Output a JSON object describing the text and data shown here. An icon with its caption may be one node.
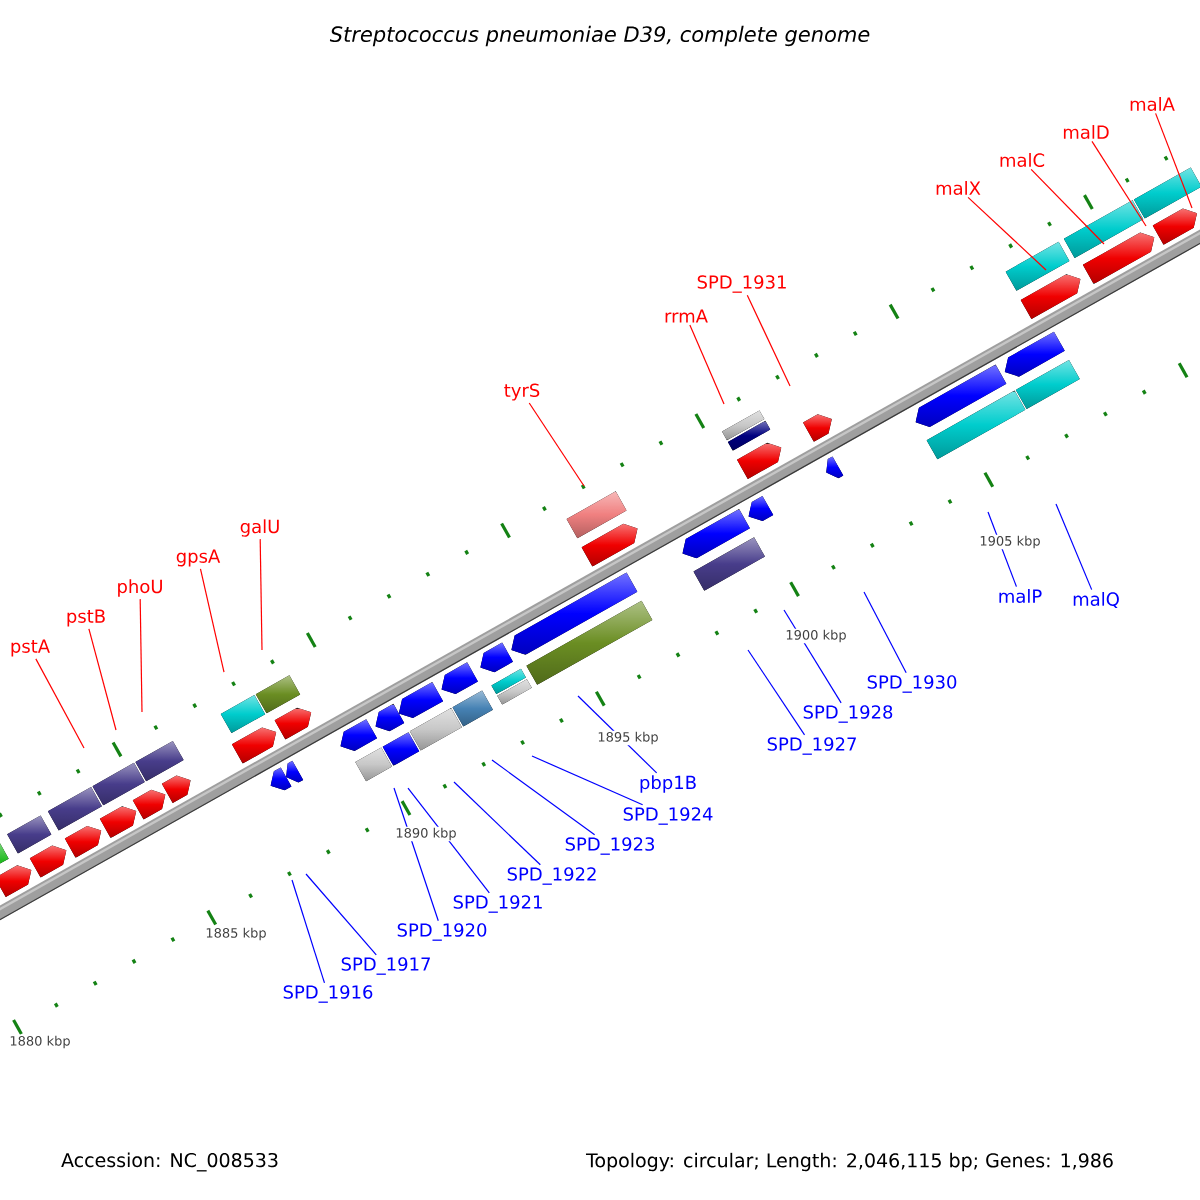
{
  "diagram": {
    "title": "Streptococcus pneumoniae D39, complete genome",
    "nodes": [
      {
        "text": [
          "pstA"
        ]
      },
      {
        "text": [
          "pstB"
        ]
      },
      {
        "text": [
          "phoU"
        ]
      },
      {
        "text": [
          "gpsA"
        ]
      },
      {
        "text": [
          "galU"
        ]
      },
      {
        "text": [
          "tyrS"
        ]
      },
      {
        "text": [
          "rrmA"
        ]
      },
      {
        "text": [
          "SPD_1931"
        ]
      },
      {
        "text": [
          "malX"
        ]
      },
      {
        "text": [
          "malC"
        ]
      },
      {
        "text": [
          "malD"
        ]
      },
      {
        "text": [
          "malA"
        ]
      },
      {
        "text": [
          "SPD_1916"
        ]
      },
      {
        "text": [
          "SPD_1917"
        ]
      },
      {
        "text": [
          "SPD_1920"
        ]
      },
      {
        "text": [
          "SPD_1921"
        ]
      },
      {
        "text": [
          "SPD_1922"
        ]
      },
      {
        "text": [
          "SPD_1923"
        ]
      },
      {
        "text": [
          "SPD_1924"
        ]
      },
      {
        "text": [
          "pbp1B"
        ]
      },
      {
        "text": [
          "SPD_1927"
        ]
      },
      {
        "text": [
          "SPD_1928"
        ]
      },
      {
        "text": [
          "SPD_1930"
        ]
      },
      {
        "text": [
          "malP"
        ]
      },
      {
        "text": [
          "malQ"
        ]
      }
    ],
    "edges": [
      {
        "from": 0,
        "to": null,
        "arrow": "none",
        "color": "#ff0000"
      },
      {
        "from": 1,
        "to": null,
        "arrow": "none",
        "color": "#ff0000"
      },
      {
        "from": 2,
        "to": null,
        "arrow": "none",
        "color": "#ff0000"
      },
      {
        "from": 3,
        "to": null,
        "arrow": "none",
        "color": "#ff0000"
      },
      {
        "from": 4,
        "to": null,
        "arrow": "none",
        "color": "#ff0000"
      },
      {
        "from": 5,
        "to": null,
        "arrow": "none",
        "color": "#ff0000"
      },
      {
        "from": 6,
        "to": null,
        "arrow": "none",
        "color": "#ff0000"
      },
      {
        "from": 7,
        "to": null,
        "arrow": "none",
        "color": "#ff0000"
      },
      {
        "from": 8,
        "to": null,
        "arrow": "none",
        "color": "#ff0000"
      },
      {
        "from": 9,
        "to": null,
        "arrow": "none",
        "color": "#ff0000"
      },
      {
        "from": 10,
        "to": null,
        "arrow": "none",
        "color": "#ff0000"
      },
      {
        "from": 11,
        "to": null,
        "arrow": "none",
        "color": "#ff0000"
      },
      {
        "from": 12,
        "to": null,
        "arrow": "none",
        "color": "#0000ff"
      },
      {
        "from": 13,
        "to": null,
        "arrow": "none",
        "color": "#0000ff"
      },
      {
        "from": 14,
        "to": null,
        "arrow": "none",
        "color": "#0000ff"
      },
      {
        "from": 15,
        "to": null,
        "arrow": "none",
        "color": "#0000ff"
      },
      {
        "from": 16,
        "to": null,
        "arrow": "none",
        "color": "#0000ff"
      },
      {
        "from": 17,
        "to": null,
        "arrow": "none",
        "color": "#0000ff"
      },
      {
        "from": 18,
        "to": null,
        "arrow": "none",
        "color": "#0000ff"
      },
      {
        "from": 19,
        "to": null,
        "arrow": "none",
        "color": "#0000ff"
      },
      {
        "from": 20,
        "to": null,
        "arrow": "none",
        "color": "#0000ff"
      },
      {
        "from": 21,
        "to": null,
        "arrow": "none",
        "color": "#0000ff"
      },
      {
        "from": 22,
        "to": null,
        "arrow": "none",
        "color": "#0000ff"
      },
      {
        "from": 23,
        "to": null,
        "arrow": "none",
        "color": "#0000ff"
      },
      {
        "from": 24,
        "to": null,
        "arrow": "none",
        "color": "#0000ff"
      }
    ],
    "labels": [
      "1880 kbp",
      "1885 kbp",
      "1890 kbp",
      "1895 kbp",
      "1900 kbp",
      "1905 kbp",
      "Accession: NC_008533",
      "Topology: circular; Length: 2,046,115 bp; Genes: 1,986"
    ]
  }
}
